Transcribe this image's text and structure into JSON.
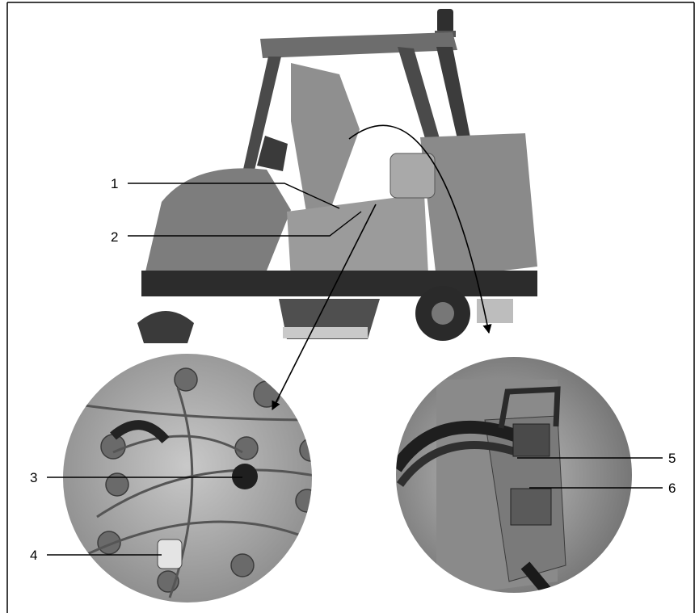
{
  "callouts": {
    "c1": "1",
    "c2": "2",
    "c3": "3",
    "c4": "4",
    "c5": "5",
    "c6": "6"
  },
  "colors": {
    "frame": "#000000",
    "machine_body": "#8c8c8c",
    "machine_dark": "#3a3a3a",
    "battery_bg": "#b5b5b5",
    "panel_bg": "#9a9a9a"
  }
}
